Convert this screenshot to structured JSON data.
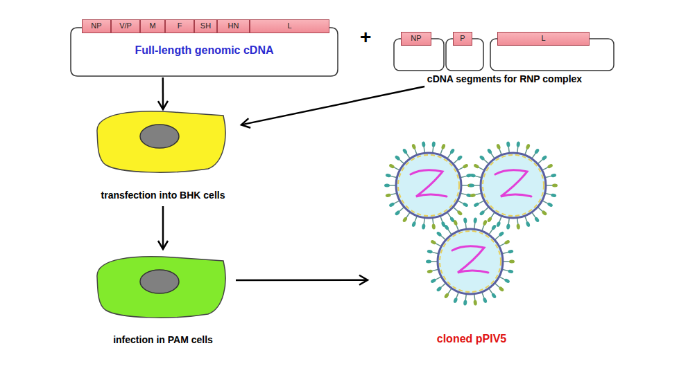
{
  "diagram": {
    "nodes": [
      {
        "text": [
          "Full-length genomic cDNA"
        ]
      },
      {
        "text": [
          "NP"
        ],
        "in": 0
      },
      {
        "text": [
          "V/P"
        ],
        "in": 0
      },
      {
        "text": [
          "M"
        ],
        "in": 0
      },
      {
        "text": [
          "F"
        ],
        "in": 0
      },
      {
        "text": [
          "SH"
        ],
        "in": 0
      },
      {
        "text": [
          "HN"
        ],
        "in": 0
      },
      {
        "text": [
          "L"
        ],
        "in": 0
      },
      {
        "text": [
          "cDNA segments for RNP complex"
        ]
      },
      {
        "text": [
          "NP"
        ],
        "in": 8
      },
      {
        "text": [
          "P"
        ],
        "in": 8
      },
      {
        "text": [
          "L"
        ],
        "in": 8
      },
      {
        "text": [
          "transfection into BHK cells"
        ]
      },
      {
        "text": [
          "infection in PAM cells"
        ]
      },
      {
        "text": [
          "cloned pPIV5"
        ]
      }
    ],
    "edges": [
      {
        "from": 0,
        "to": 12,
        "arrow": "to"
      },
      {
        "from": 8,
        "to": 12,
        "arrow": "to"
      },
      {
        "from": 12,
        "to": 13,
        "arrow": "to"
      },
      {
        "from": 13,
        "to": 14,
        "arrow": "to"
      }
    ],
    "labels": [
      "+"
    ]
  }
}
